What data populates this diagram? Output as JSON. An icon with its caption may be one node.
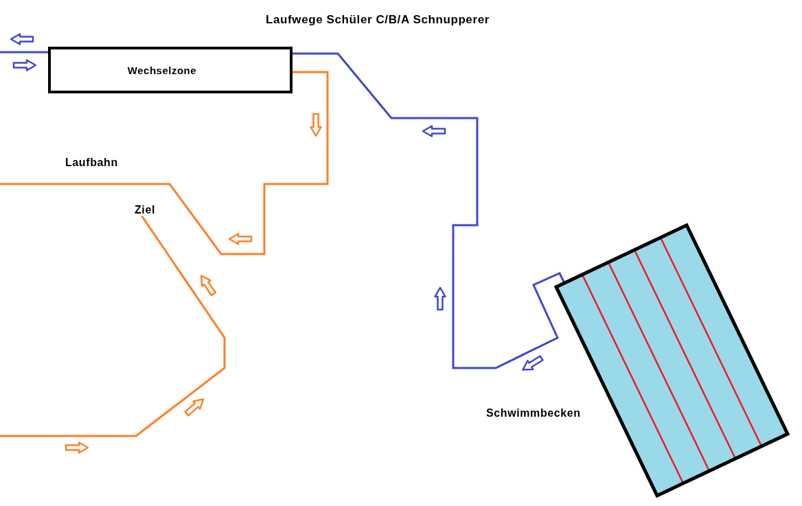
{
  "diagram": {
    "title": "Laufwege Schüler C/B/A Schnupperer",
    "nodes": [
      {
        "text": [
          "Wechselzone"
        ]
      },
      {
        "text": [
          "Ziel"
        ]
      },
      {
        "text": [],
        "shape": "box",
        "beside": [
          "Schwimmbecken"
        ]
      }
    ],
    "edges": [
      {
        "from": null,
        "to": 0,
        "arrow": "none",
        "color": "#3f48cc"
      },
      {
        "from": 0,
        "to": 2,
        "arrow": "none",
        "color": "#3f48cc"
      },
      {
        "from": 0,
        "to": null,
        "arrow": "none",
        "color": "#ff7f27"
      },
      {
        "from": null,
        "to": 1,
        "arrow": "none",
        "color": "#ff7f27"
      }
    ],
    "labels": [
      "Laufbahn"
    ]
  }
}
